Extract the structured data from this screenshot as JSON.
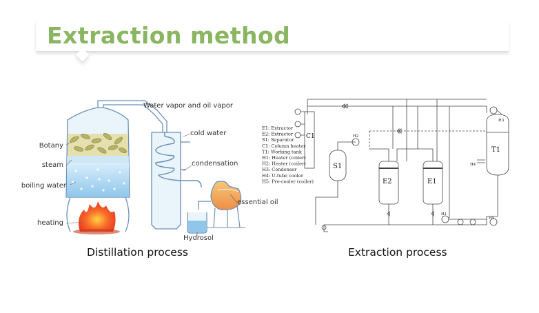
{
  "header": {
    "title": "Extraction method"
  },
  "distillation": {
    "caption": "Distillation process",
    "labels": {
      "vapor": "Water vapor and oil vapor",
      "cold_water": "cold water",
      "botany": "Botany",
      "steam": "steam",
      "condensation": "condensation",
      "boiling_water": "boiling water",
      "essential_oil": "essential oil",
      "heating": "heating",
      "hydrosol": "Hydrosol"
    }
  },
  "extraction": {
    "caption": "Extraction process",
    "legend": [
      "E1: Extractor",
      "E2: Extractor",
      "S1: Separator",
      "C1: Column heater",
      "T1: Working tank",
      "H1: Heater (coiler)",
      "H2: Heater (coiler)",
      "H3: Condenser",
      "H4: U-tube cooler",
      "H5: Pre-cooler (coiler)"
    ],
    "equipment": {
      "c1": "C1",
      "s1": "S1",
      "e2": "E2",
      "e1": "E1",
      "t1": "T1",
      "h1": "H1",
      "h2": "H2",
      "h3": "H3",
      "h4": "H4",
      "h5": "H5"
    }
  },
  "colors": {
    "title": "#8ab561",
    "pipe": "#6b8fb8",
    "water": "#9fd0ee",
    "fire": "#f0502a",
    "oil": "#f2a65c",
    "botany": "#c8c27a"
  }
}
